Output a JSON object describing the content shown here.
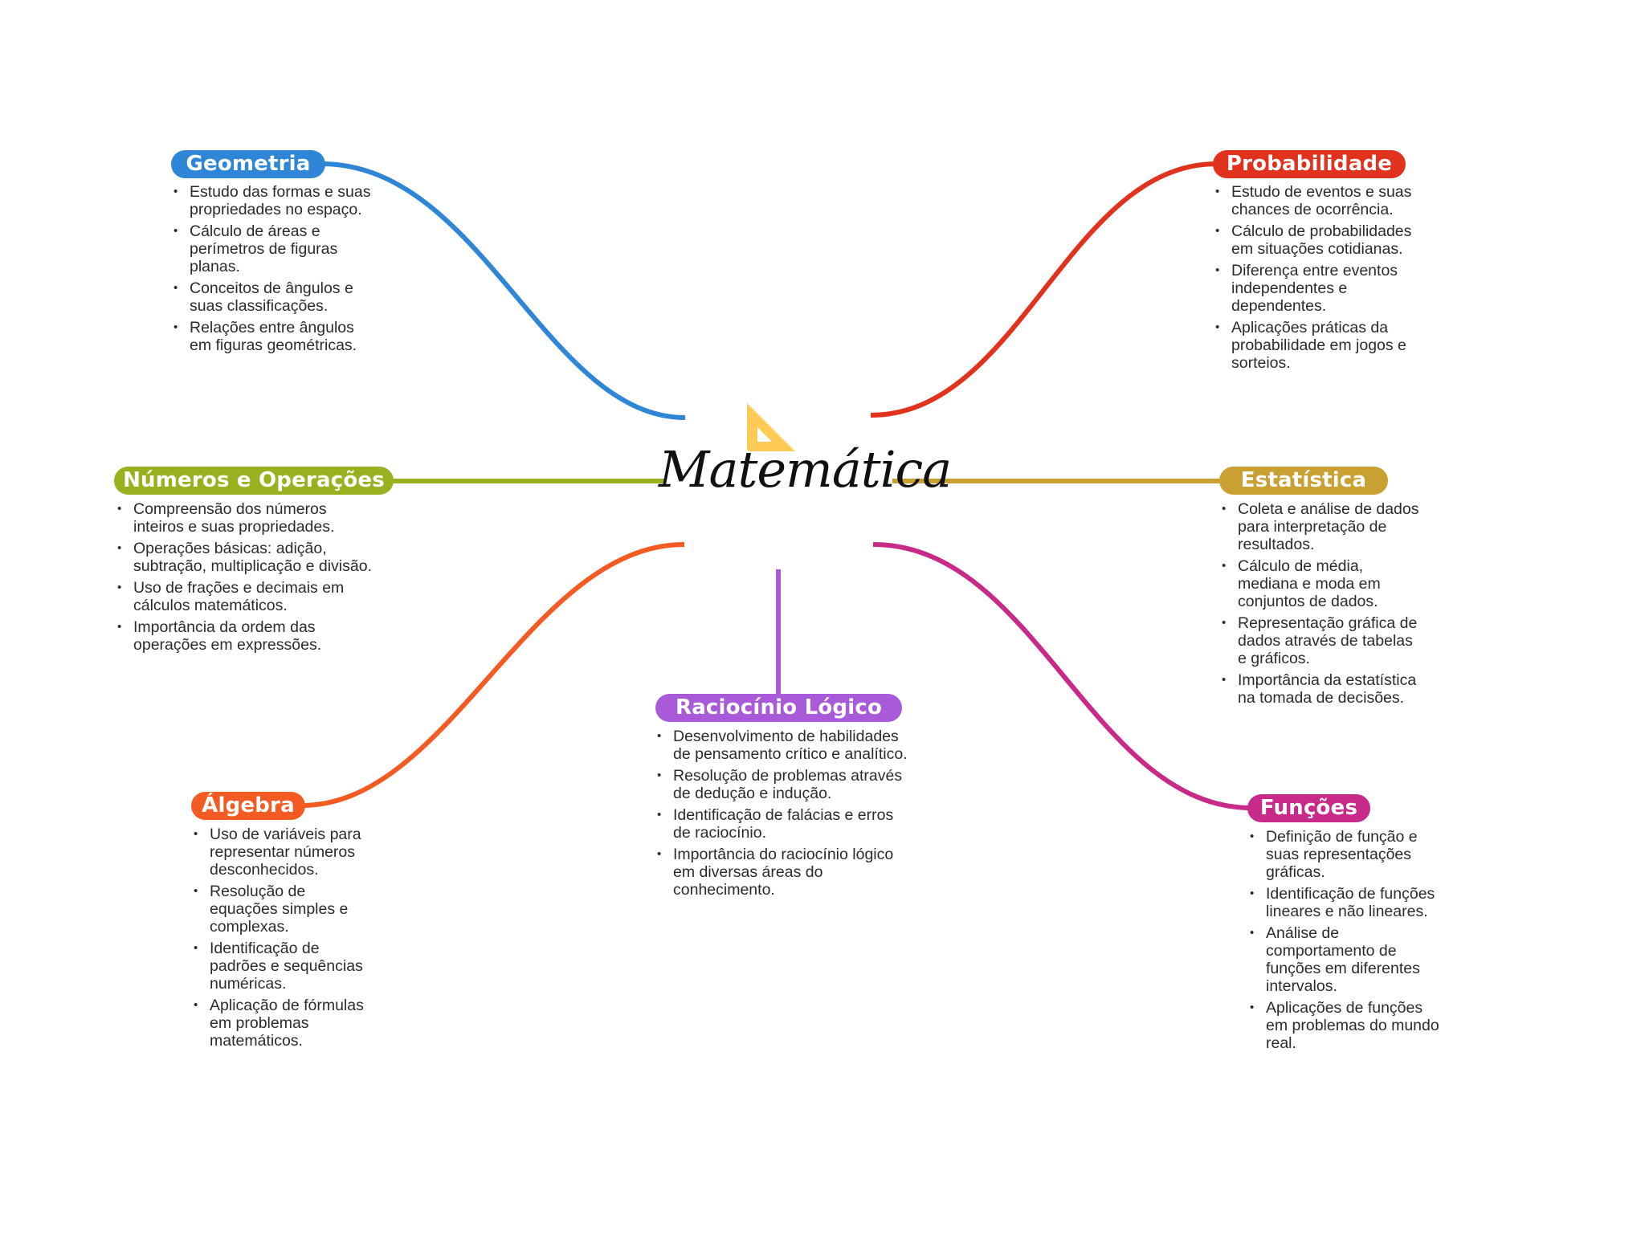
{
  "central": {
    "title": "Matemática",
    "icon": "set-square-icon"
  },
  "colors": {
    "geometria": "#2f86d6",
    "probabilidade": "#e0321c",
    "numeros": "#9bb01f",
    "estatistica": "#c9a032",
    "algebra": "#f45b22",
    "funcoes": "#c72a88",
    "raciocinio": "#a95ad9",
    "icon": "#ffcb55"
  },
  "branches": {
    "geometria": {
      "label": "Geometria",
      "items": [
        "Estudo das formas e suas propriedades no espaço.",
        "Cálculo de áreas e perímetros de figuras planas.",
        "Conceitos de ângulos e suas classificações.",
        "Relações entre ângulos em figuras geométricas."
      ]
    },
    "probabilidade": {
      "label": "Probabilidade",
      "items": [
        "Estudo de eventos e suas chances de ocorrência.",
        "Cálculo de probabilidades em situações cotidianas.",
        "Diferença entre eventos independentes e dependentes.",
        "Aplicações práticas da probabilidade em jogos e sorteios."
      ]
    },
    "numeros": {
      "label": "Números e Operações",
      "items": [
        "Compreensão dos números inteiros e suas propriedades.",
        "Operações básicas: adição, subtração, multiplicação e divisão.",
        "Uso de frações e decimais em cálculos matemáticos.",
        "Importância da ordem das operações em expressões."
      ]
    },
    "estatistica": {
      "label": "Estatística",
      "items": [
        "Coleta e análise de dados para interpretação de resultados.",
        "Cálculo de média, mediana e moda em conjuntos de dados.",
        "Representação gráfica de dados através de tabelas e gráficos.",
        "Importância da estatística na tomada de decisões."
      ]
    },
    "algebra": {
      "label": "Álgebra",
      "items": [
        "Uso de variáveis para representar números desconhecidos.",
        "Resolução de equações simples e complexas.",
        "Identificação de padrões e sequências numéricas.",
        "Aplicação de fórmulas em problemas matemáticos."
      ]
    },
    "raciocinio": {
      "label": "Raciocínio Lógico",
      "items": [
        "Desenvolvimento de habilidades de pensamento crítico e analítico.",
        "Resolução de problemas através de dedução e indução.",
        "Identificação de falácias e erros de raciocínio.",
        "Importância do raciocínio lógico em diversas áreas do conhecimento."
      ]
    },
    "funcoes": {
      "label": "Funções",
      "items": [
        "Definição de função e suas representações gráficas.",
        "Identificação de funções lineares e não lineares.",
        "Análise de comportamento de funções em diferentes intervalos.",
        "Aplicações de funções em problemas do mundo real."
      ]
    }
  }
}
